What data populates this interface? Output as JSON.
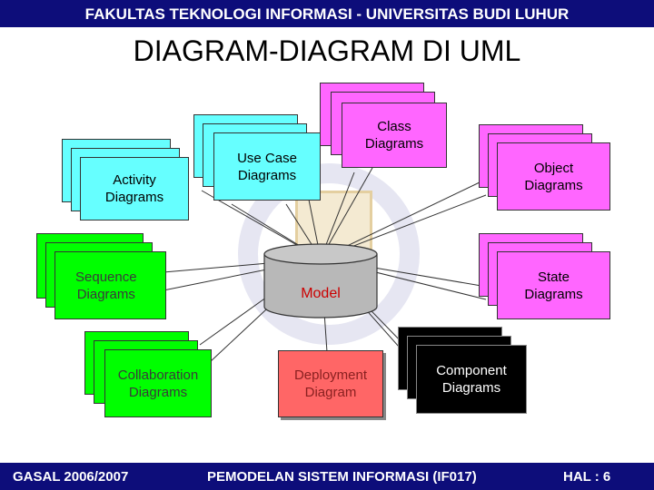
{
  "header": {
    "title": "FAKULTAS TEKNOLOGI INFORMASI - UNIVERSITAS BUDI LUHUR"
  },
  "slide": {
    "title": "DIAGRAM-DIAGRAM DI UML"
  },
  "diagram": {
    "center": "Model",
    "nodes": {
      "class": {
        "line1": "Class",
        "line2": "Diagrams"
      },
      "use_case": {
        "line1": "Use Case",
        "line2": "Diagrams"
      },
      "activity": {
        "line1": "Activity",
        "line2": "Diagrams"
      },
      "object": {
        "line1": "Object",
        "line2": "Diagrams"
      },
      "sequence": {
        "line1": "Sequence",
        "line2": "Diagrams"
      },
      "state": {
        "line1": "State",
        "line2": "Diagrams"
      },
      "collaboration": {
        "line1": "Collaboration",
        "line2": "Diagrams"
      },
      "deployment": {
        "line1": "Deployment",
        "line2": "Diagram"
      },
      "component": {
        "line1": "Component",
        "line2": "Diagrams"
      }
    },
    "colors": {
      "cyan": "#66ffff",
      "magenta": "#ff66ff",
      "green": "#00ff00",
      "red": "#ff6666",
      "black": "#000000",
      "model": "#b8b8b8"
    }
  },
  "footer": {
    "left": "GASAL 2006/2007",
    "center": "PEMODELAN SISTEM INFORMASI (IF017)",
    "right": "HAL : 6"
  }
}
